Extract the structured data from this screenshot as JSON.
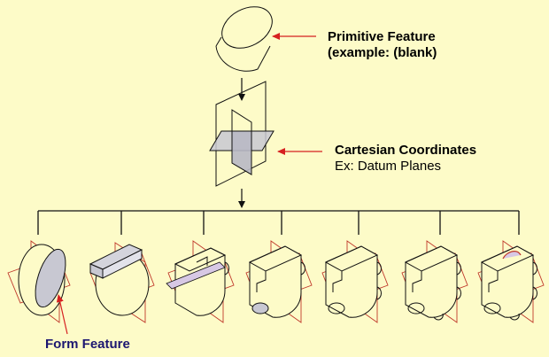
{
  "primitive": {
    "line1": "Primitive Feature",
    "line2": "(example: (blank)"
  },
  "cartesian": {
    "title": "Cartesian Coordinates",
    "subtitle": "Ex: Datum Planes"
  },
  "form": {
    "label": "Form Feature"
  },
  "colors": {
    "background": "#fdfbc8",
    "pointer": "#d62020",
    "outline": "#111111",
    "plane_fill": "#c8c8d2",
    "form_text": "#1c1670"
  },
  "stage_count": 7
}
